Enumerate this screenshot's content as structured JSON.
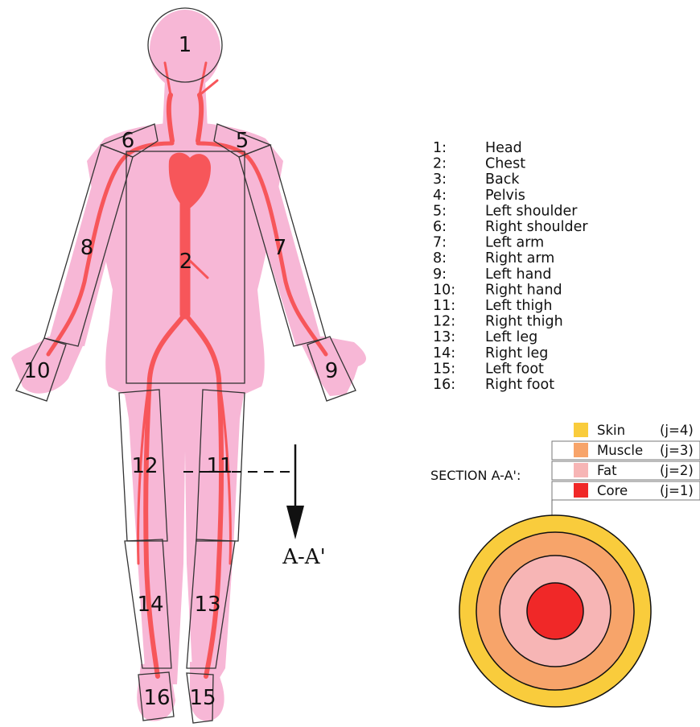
{
  "segments": [
    {
      "num": "1",
      "name": "Head"
    },
    {
      "num": "2",
      "name": "Chest"
    },
    {
      "num": "3",
      "name": "Back"
    },
    {
      "num": "4",
      "name": "Pelvis"
    },
    {
      "num": "5",
      "name": "Left shoulder"
    },
    {
      "num": "6",
      "name": "Right shoulder"
    },
    {
      "num": "7",
      "name": "Left arm"
    },
    {
      "num": "8",
      "name": "Right arm"
    },
    {
      "num": "9",
      "name": "Left hand"
    },
    {
      "num": "10",
      "name": "Right hand"
    },
    {
      "num": "11",
      "name": "Left thigh"
    },
    {
      "num": "12",
      "name": "Right thigh"
    },
    {
      "num": "13",
      "name": "Left leg"
    },
    {
      "num": "14",
      "name": "Right leg"
    },
    {
      "num": "15",
      "name": "Left foot"
    },
    {
      "num": "16",
      "name": "Right foot"
    }
  ],
  "legend_suffix": ":",
  "section": {
    "label": "SECTION A-A':",
    "cut_label": "A-A'",
    "layers": [
      {
        "name": "Skin",
        "index": "(j=4)",
        "color": "#f9cc3c"
      },
      {
        "name": "Muscle",
        "index": "(j=3)",
        "color": "#f7a46a"
      },
      {
        "name": "Fat",
        "index": "(j=2)",
        "color": "#f7b5b5"
      },
      {
        "name": "Core",
        "index": "(j=1)",
        "color": "#f02828"
      }
    ]
  },
  "colors": {
    "body": "#f7b7d6",
    "vessel": "#f7565a",
    "outline": "#333333"
  }
}
